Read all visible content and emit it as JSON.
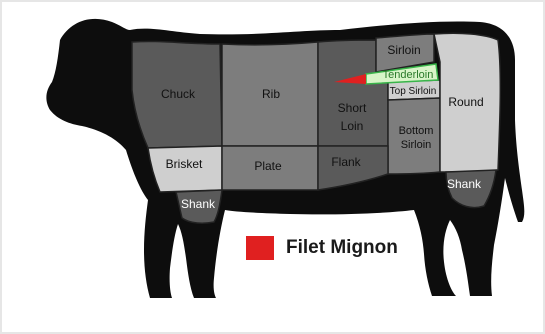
{
  "cuts": {
    "chuck": "Chuck",
    "rib": "Rib",
    "sirloin": "Sirloin",
    "tenderloin": "Tenderloin",
    "top_sirloin": "Top Sirloin",
    "round": "Round",
    "short_loin_1": "Short",
    "short_loin_2": "Loin",
    "bottom_sirloin_1": "Bottom",
    "bottom_sirloin_2": "Sirloin",
    "brisket": "Brisket",
    "plate": "Plate",
    "flank": "Flank",
    "shank_front": "Shank",
    "shank_rear": "Shank"
  },
  "legend": {
    "label": "Filet Mignon",
    "color": "#e02020"
  },
  "colors": {
    "body": "#0d0d0d",
    "dark_cut": "#5a5a5a",
    "mid_cut": "#7d7d7d",
    "light_cut": "#cfcfcf",
    "tenderloin": "#d8f5c8",
    "tenderloin_outline": "#39b54a",
    "filet": "#e02020"
  }
}
